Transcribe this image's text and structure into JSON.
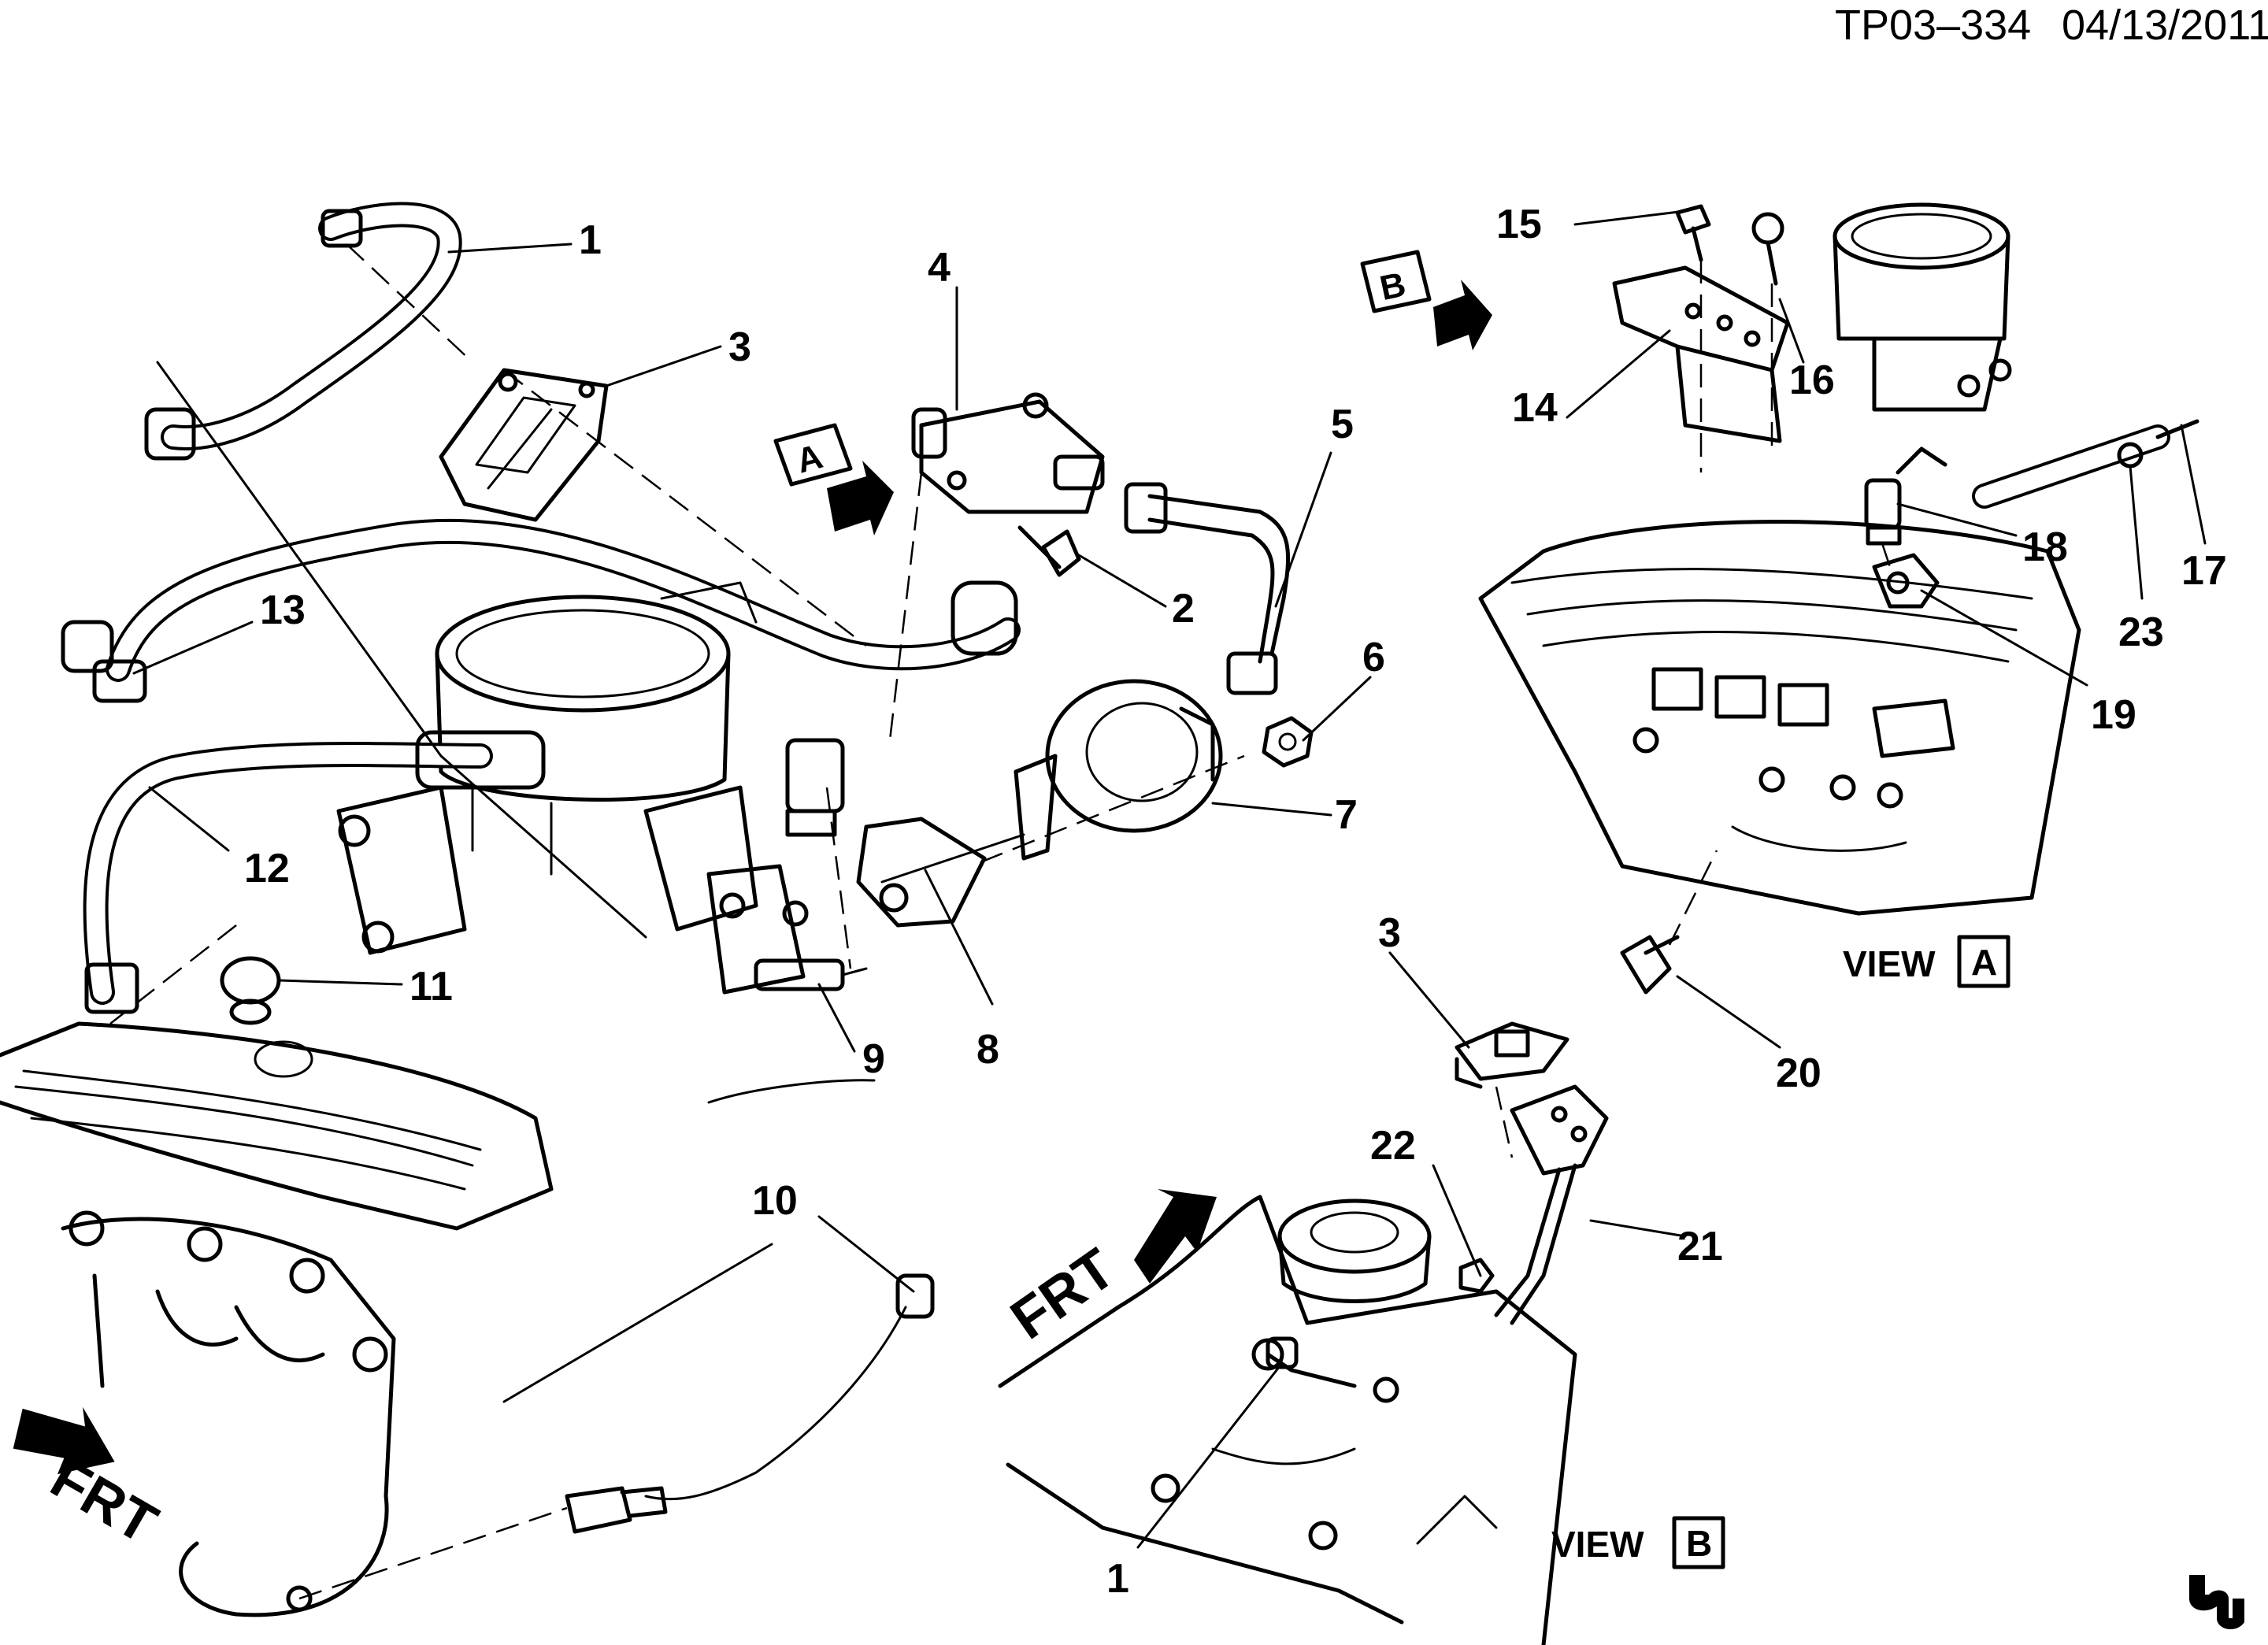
{
  "header": {
    "code": "TP03–334",
    "date": "04/13/2011"
  },
  "callouts": {
    "c1": "1",
    "c2": "2",
    "c3": "3",
    "c4": "4",
    "c5": "5",
    "c6": "6",
    "c7": "7",
    "c8": "8",
    "c9": "9",
    "c10": "10",
    "c11": "11",
    "c12": "12",
    "c13": "13",
    "c14": "14",
    "c15": "15",
    "c16": "16",
    "c17": "17",
    "c18": "18",
    "c19": "19",
    "c20": "20",
    "c21": "21",
    "c22": "22",
    "c23": "23",
    "c1b": "1",
    "c3b": "3"
  },
  "view_refs": {
    "a": "A",
    "b": "B"
  },
  "views": {
    "a_label": "VIEW",
    "a_letter": "A",
    "b_label": "VIEW",
    "b_letter": "B"
  },
  "front": {
    "main": "FRT",
    "view_b": "FRT"
  },
  "logo_icon": "manufacturer-logo-icon"
}
